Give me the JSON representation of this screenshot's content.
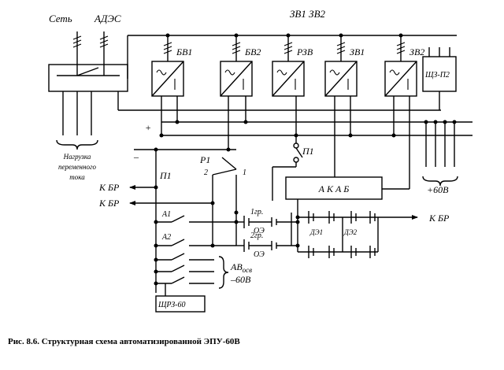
{
  "top": {
    "set": "Сеть",
    "ades": "АДЭС",
    "zv": "ЗВ1 ЗВ2"
  },
  "units": {
    "bv1": "БВ1",
    "bv2": "БВ2",
    "rzv": "РЗВ",
    "zv1": "ЗВ1",
    "zv2": "ЗВ2",
    "shz": "ЩЗ-П2"
  },
  "load": {
    "line1": "Нагрузка",
    "line2": "переменного",
    "line3": "тока"
  },
  "polarity": {
    "plus": "+",
    "minus": "–"
  },
  "switch": {
    "p1_upper": "П1",
    "p1_left": "П1",
    "r1": "Р1",
    "pos1": "1",
    "pos2": "2"
  },
  "akab": "А К А Б",
  "outputs": {
    "kbr1": "К БР",
    "kbr2": "К БР",
    "kbr3": "К БР",
    "v60p": "+60В"
  },
  "battery": {
    "a1": "А1",
    "a2": "А2",
    "g1": "1гр.",
    "oe1": "ОЭ",
    "g2": "2гр.",
    "oe2": "ОЭ",
    "de1": "ДЭ1",
    "de2": "ДЭ2",
    "av": "АВ",
    "av_sub": "осв",
    "v60m": "–60В",
    "shrz": "ЩРЗ-60"
  },
  "caption": "Рис. 8.6. Структурная схема автоматизированной ЭПУ-60В"
}
